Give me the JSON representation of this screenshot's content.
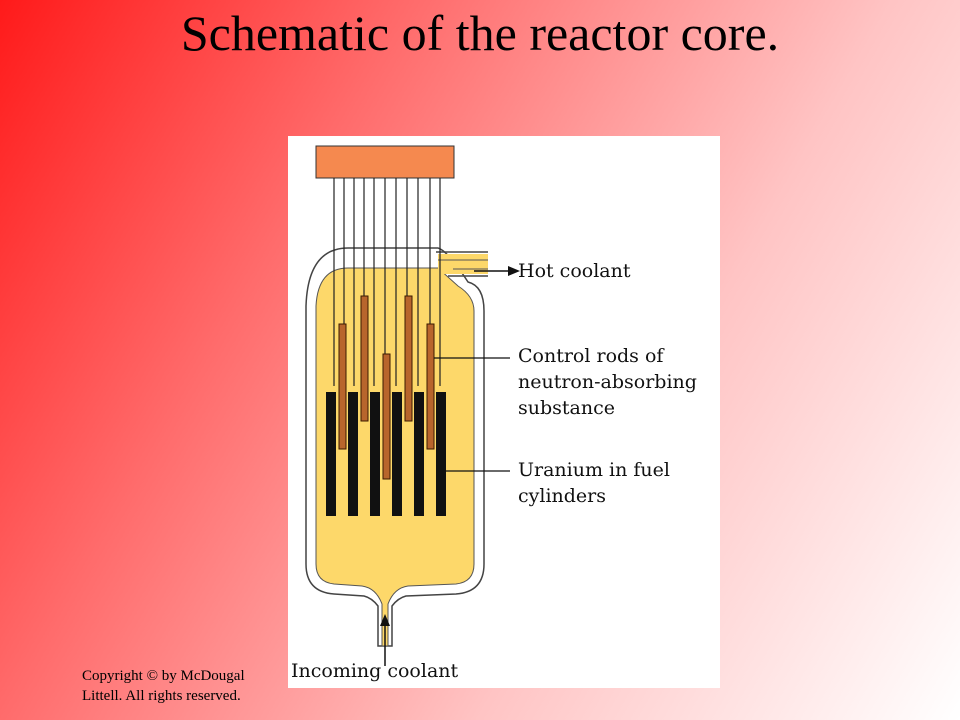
{
  "title": "Schematic of the reactor core.",
  "labels": {
    "hot_coolant": "Hot coolant",
    "control_rods": [
      "Control rods of",
      "neutron-absorbing",
      "substance"
    ],
    "uranium": [
      "Uranium in fuel",
      "cylinders"
    ],
    "incoming": "Incoming coolant"
  },
  "copyright": "Copyright © by McDougal Littell.  All rights reserved.",
  "colors": {
    "coolant": "#fdd86a",
    "rod_head": "#f5894f",
    "control_rod": "#b8652c",
    "fuel_cylinder": "#111111"
  },
  "counts": {
    "control_rods": 5,
    "fuel_cylinders": 6
  }
}
